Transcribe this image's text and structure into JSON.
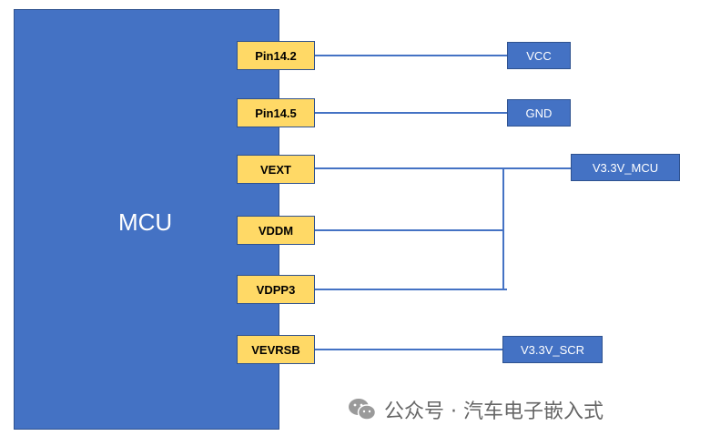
{
  "mcu": {
    "label": "MCU"
  },
  "pins": {
    "p1": "Pin14.2",
    "p2": "Pin14.5",
    "p3": "VEXT",
    "p4": "VDDM",
    "p5": "VDPP3",
    "p6": "VEVRSB"
  },
  "nets": {
    "vcc": "VCC",
    "gnd": "GND",
    "v33mcu": "V3.3V_MCU",
    "v33scr": "V3.3V_SCR"
  },
  "watermark": {
    "text": "公众号 · 汽车电子嵌入式",
    "icon": "wechat-icon"
  },
  "colors": {
    "block": "#4472c4",
    "border": "#2f528f",
    "pin": "#ffd966"
  }
}
